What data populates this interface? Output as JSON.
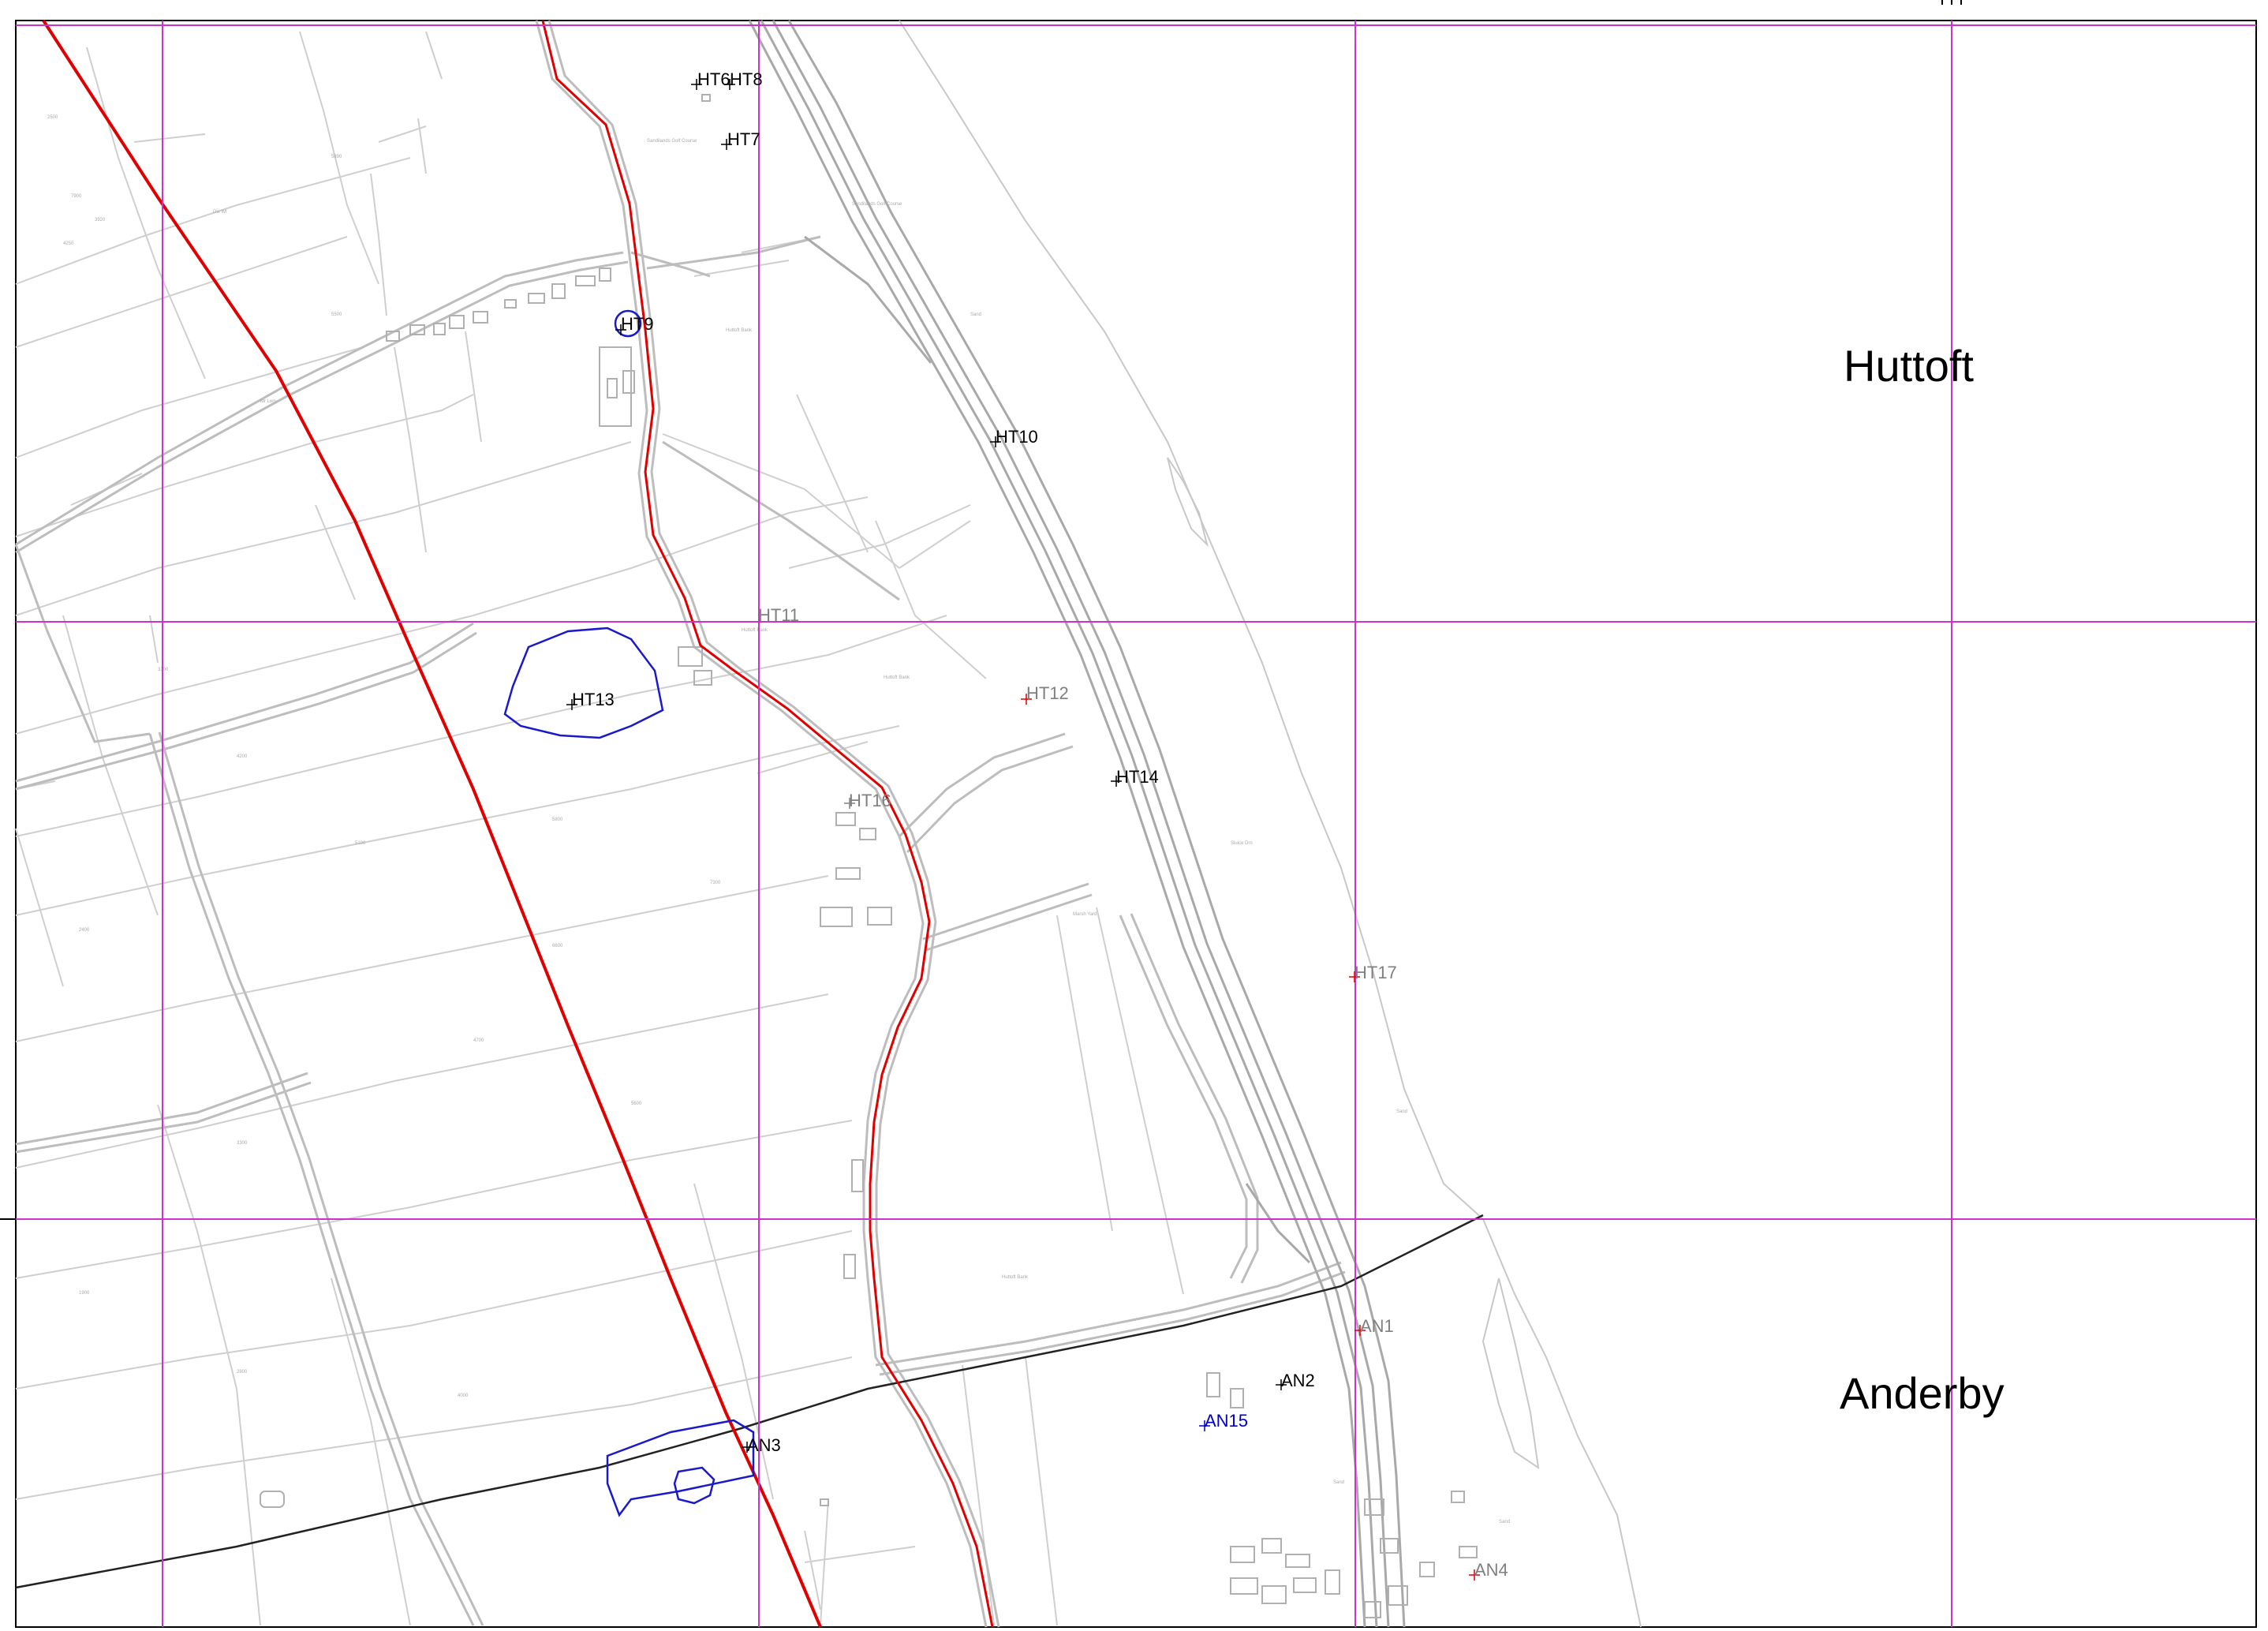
{
  "map": {
    "areas": [
      {
        "id": "huttoft",
        "label": "Huttoft"
      },
      {
        "id": "anderby",
        "label": "Anderby"
      }
    ],
    "points": [
      {
        "id": "HT6",
        "label": "HT6",
        "color": "#000000"
      },
      {
        "id": "HT8",
        "label": "HT8",
        "color": "#000000"
      },
      {
        "id": "HT7",
        "label": "HT7",
        "color": "#000000"
      },
      {
        "id": "HT9",
        "label": "HT9",
        "color": "#000000"
      },
      {
        "id": "HT10",
        "label": "HT10",
        "color": "#000000"
      },
      {
        "id": "HT11",
        "label": "HT11",
        "color": "#808080"
      },
      {
        "id": "HT12",
        "label": "HT12",
        "color": "#808080"
      },
      {
        "id": "HT13",
        "label": "HT13",
        "color": "#000000"
      },
      {
        "id": "HT14",
        "label": "HT14",
        "color": "#000000"
      },
      {
        "id": "HT16",
        "label": "HT16",
        "color": "#808080"
      },
      {
        "id": "HT17",
        "label": "HT17",
        "color": "#808080"
      },
      {
        "id": "AN1",
        "label": "AN1",
        "color": "#808080"
      },
      {
        "id": "AN2",
        "label": "AN2",
        "color": "#000000"
      },
      {
        "id": "AN3",
        "label": "AN3",
        "color": "#000000"
      },
      {
        "id": "AN4",
        "label": "AN4",
        "color": "#808080"
      },
      {
        "id": "AN15",
        "label": "AN15",
        "color": "#0000cc"
      }
    ],
    "colors": {
      "grid": "#cc33cc",
      "route": "#e00000",
      "road": "#c0c0c0",
      "zone_outline": "#1a1acc",
      "power_line": "#222222",
      "marker_red": "#e00000"
    }
  }
}
